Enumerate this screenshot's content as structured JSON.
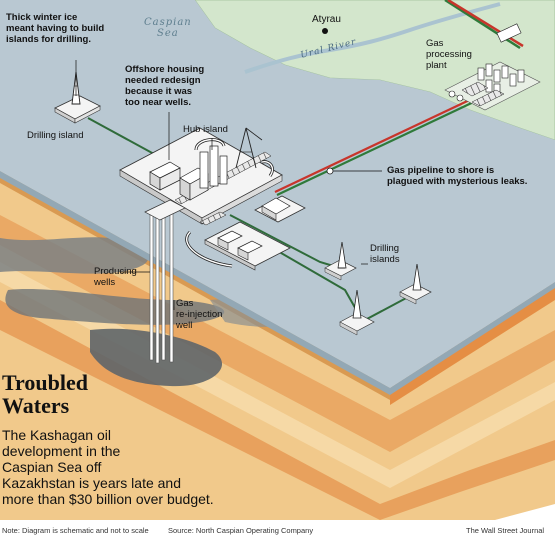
{
  "title": "Troubled\nWaters",
  "subtitle": "The Kashagan oil\ndevelopment in the\nCaspian Sea off\nKazakhstan is years late and\nmore than $30 billion over budget.",
  "map_labels": {
    "sea": "Caspian\nSea",
    "city": "Atyrau",
    "river": "Ural River"
  },
  "callouts": {
    "ice": "Thick winter ice\nmeant having to build\nislands for drilling.",
    "housing": "Offshore housing\nneeded redesign\nbecause it was\ntoo near wells.",
    "hub": "Hub island",
    "drilling_island": "Drilling island",
    "gas_plant": "Gas\nprocessing\nplant",
    "pipeline": "Gas pipeline to shore is\nplagued with mysterious leaks.",
    "drilling_islands": "Drilling\nislands",
    "producing_wells": "Producing\nwells",
    "reinjection": "Gas\nre-injection\nwell"
  },
  "footer": {
    "note": "Note: Diagram is schematic and not to scale",
    "source": "Source: North Caspian Operating Company",
    "credit": "The Wall Street Journal"
  },
  "colors": {
    "land": "#d3e6cc",
    "sea_surface": "#b8c7d1",
    "sea_side": "#8fa5b3",
    "strata_sand": "#f0c98a",
    "strata_orange": "#e9a35e",
    "reservoir": "#7a7f82",
    "pipe_red": "#c8352b",
    "pipe_green": "#2f7a3a"
  }
}
